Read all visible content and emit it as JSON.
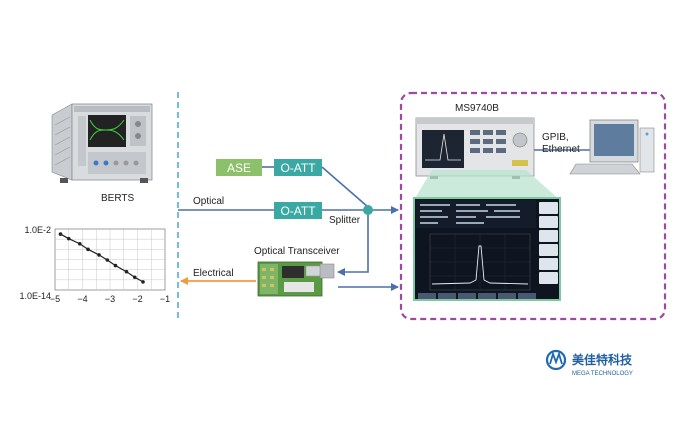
{
  "labels": {
    "berts": "BERTS",
    "ms9740b": "MS9740B",
    "gpib": "GPIB,",
    "ethernet": "Ethernet",
    "optical": "Optical",
    "splitter": "Splitter",
    "transceiver": "Optical Transceiver",
    "electrical": "Electrical"
  },
  "boxes": {
    "ase": "ASE",
    "oatt1": "O-ATT",
    "oatt2": "O-ATT"
  },
  "logo": {
    "cn": "美佳特科技",
    "en": "MEGA TECHNOLOGY"
  },
  "colors": {
    "ase": "#8cc06a",
    "oatt": "#3aa8a3",
    "optical_line": "#4c6fae",
    "electrical_line": "#f29a3f",
    "dashed_box": "#9b4aa0",
    "divider": "#4aa6d8"
  },
  "chart_data": {
    "type": "line",
    "ytick_labels": [
      "1.0E-2",
      "1.0E-14"
    ],
    "xticks": [
      -5,
      -4,
      -3,
      -2,
      -1
    ],
    "xtick_labels": [
      "−5",
      "−4",
      "−3",
      "−2",
      "−1"
    ],
    "xlim": [
      -5,
      -1
    ],
    "ylim": [
      -14,
      -2
    ],
    "grid": true,
    "series": [
      {
        "x": [
          -4.8,
          -4.5,
          -4.1,
          -3.8,
          -3.4,
          -3.1,
          -2.8,
          -2.4,
          -2.1,
          -1.8
        ],
        "y": [
          -3.0,
          -3.9,
          -4.9,
          -6.0,
          -7.1,
          -8.1,
          -9.2,
          -10.4,
          -11.5,
          -12.4
        ]
      }
    ]
  }
}
